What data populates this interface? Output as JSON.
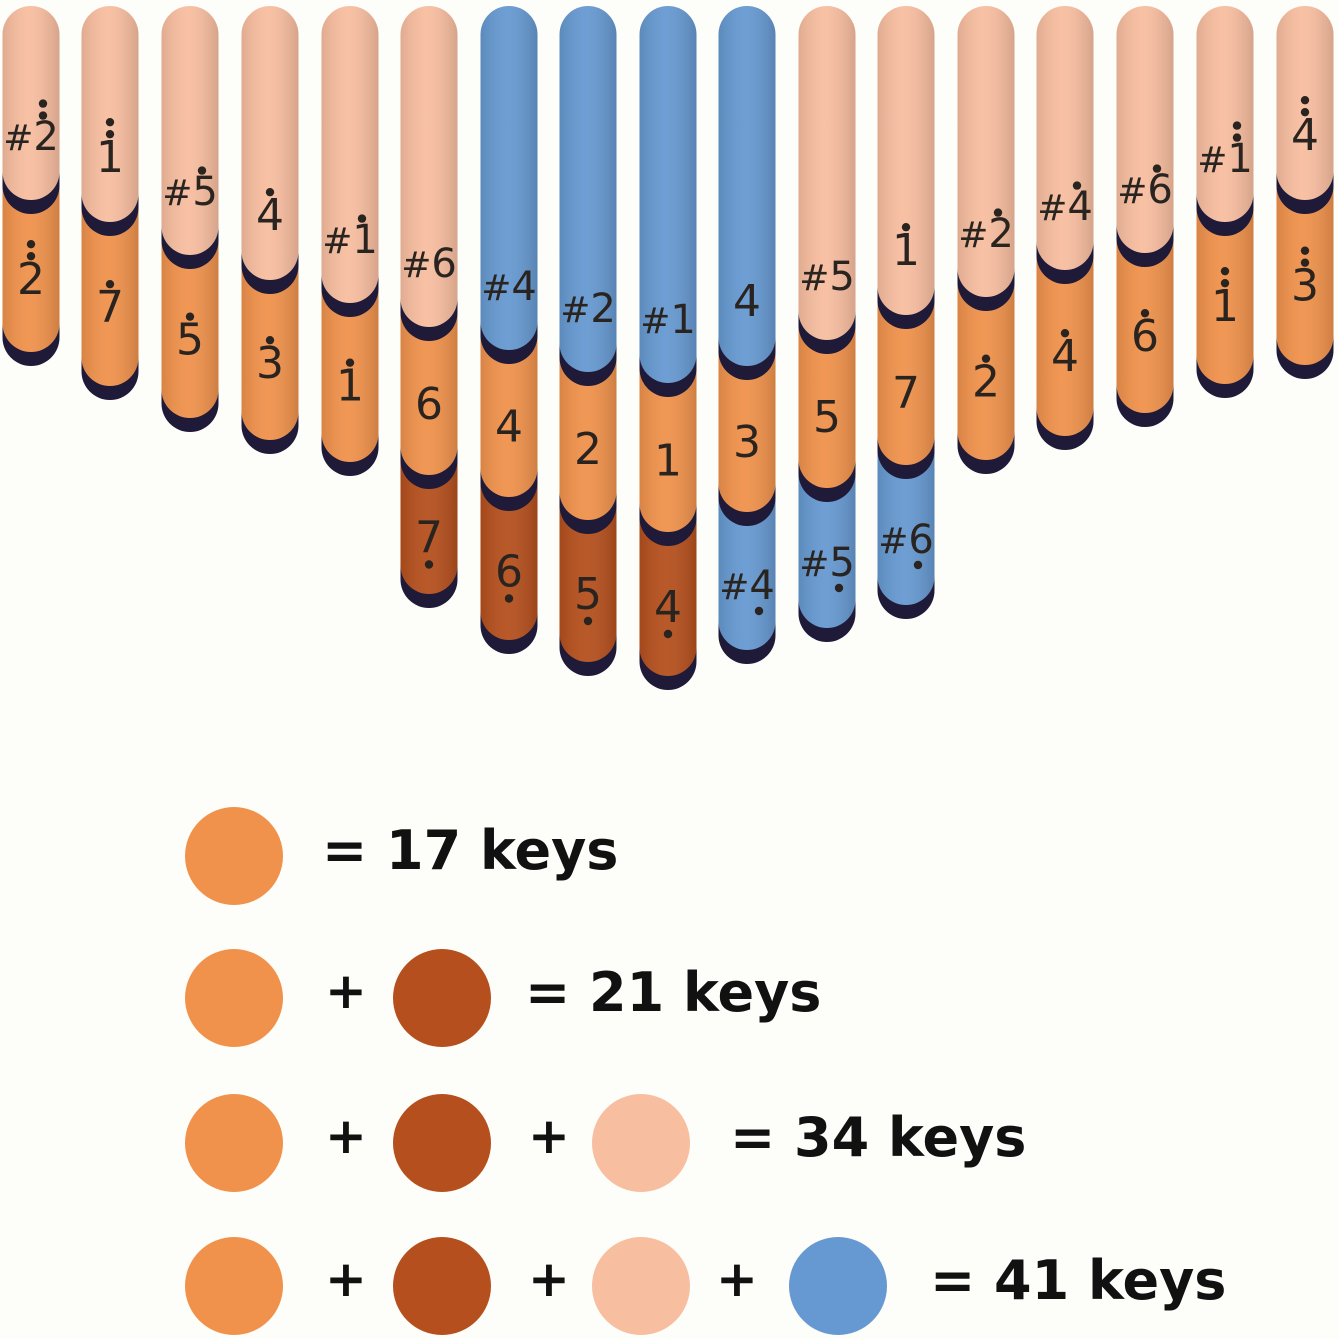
{
  "colors": {
    "orange": "#f0924c",
    "brown": "#b5501e",
    "peach": "#f8bea0",
    "blue": "#6699d1",
    "key_shadow": "#1f1a38",
    "text": "#2a2420"
  },
  "keys": [
    {
      "segments": [
        {
          "color": "peach",
          "label": "2",
          "sharp": true,
          "dots_above": 2
        },
        {
          "color": "orange",
          "label": "2",
          "dots_above": 2
        }
      ]
    },
    {
      "segments": [
        {
          "color": "peach",
          "label": "1",
          "dots_above": 2
        },
        {
          "color": "orange",
          "label": "7",
          "dots_above": 1
        }
      ]
    },
    {
      "segments": [
        {
          "color": "peach",
          "label": "5",
          "sharp": true,
          "dots_above": 1
        },
        {
          "color": "orange",
          "label": "5",
          "dots_above": 1
        }
      ]
    },
    {
      "segments": [
        {
          "color": "peach",
          "label": "4",
          "dots_above": 1
        },
        {
          "color": "orange",
          "label": "3",
          "dots_above": 1
        }
      ]
    },
    {
      "segments": [
        {
          "color": "peach",
          "label": "1",
          "sharp": true,
          "dots_above": 1
        },
        {
          "color": "orange",
          "label": "1",
          "dots_above": 1
        }
      ]
    },
    {
      "segments": [
        {
          "color": "peach",
          "label": "6",
          "sharp": true
        },
        {
          "color": "orange",
          "label": "6"
        },
        {
          "color": "brown",
          "label": "7",
          "dots_below": 1
        }
      ]
    },
    {
      "segments": [
        {
          "color": "blue",
          "label": "4",
          "sharp": true
        },
        {
          "color": "orange",
          "label": "4"
        },
        {
          "color": "brown",
          "label": "6",
          "dots_below": 1
        }
      ]
    },
    {
      "segments": [
        {
          "color": "blue",
          "label": "2",
          "sharp": true
        },
        {
          "color": "orange",
          "label": "2"
        },
        {
          "color": "brown",
          "label": "5",
          "dots_below": 1
        }
      ]
    },
    {
      "segments": [
        {
          "color": "blue",
          "label": "1",
          "sharp": true
        },
        {
          "color": "orange",
          "label": "1"
        },
        {
          "color": "brown",
          "label": "4",
          "dots_below": 1
        }
      ]
    },
    {
      "segments": [
        {
          "color": "blue",
          "label": "4"
        },
        {
          "color": "orange",
          "label": "3"
        },
        {
          "color": "blue",
          "label": "4",
          "sharp": true,
          "dots_below": 1
        }
      ]
    },
    {
      "segments": [
        {
          "color": "peach",
          "label": "5",
          "sharp": true
        },
        {
          "color": "orange",
          "label": "5"
        },
        {
          "color": "blue",
          "label": "5",
          "sharp": true,
          "dots_below": 1
        }
      ]
    },
    {
      "segments": [
        {
          "color": "peach",
          "label": "1",
          "dots_above": 1
        },
        {
          "color": "orange",
          "label": "7"
        },
        {
          "color": "blue",
          "label": "6",
          "sharp": true,
          "dots_below": 1
        }
      ]
    },
    {
      "segments": [
        {
          "color": "peach",
          "label": "2",
          "sharp": true,
          "dots_above": 1
        },
        {
          "color": "orange",
          "label": "2",
          "dots_above": 1
        }
      ]
    },
    {
      "segments": [
        {
          "color": "peach",
          "label": "4",
          "sharp": true,
          "dots_above": 1
        },
        {
          "color": "orange",
          "label": "4",
          "dots_above": 1
        }
      ]
    },
    {
      "segments": [
        {
          "color": "peach",
          "label": "6",
          "sharp": true,
          "dots_above": 1
        },
        {
          "color": "orange",
          "label": "6",
          "dots_above": 1
        }
      ]
    },
    {
      "segments": [
        {
          "color": "peach",
          "label": "1",
          "sharp": true,
          "dots_above": 2
        },
        {
          "color": "orange",
          "label": "1",
          "dots_above": 2
        }
      ]
    },
    {
      "segments": [
        {
          "color": "peach",
          "label": "4",
          "dots_above": 2
        },
        {
          "color": "orange",
          "label": "3",
          "dots_above": 2
        }
      ]
    }
  ],
  "sharp_symbol": "#",
  "plus_symbol": "+",
  "legend": [
    {
      "colors": [
        "orange"
      ],
      "label": "= 17 keys"
    },
    {
      "colors": [
        "orange",
        "brown"
      ],
      "label": "= 21 keys"
    },
    {
      "colors": [
        "orange",
        "brown",
        "peach"
      ],
      "label": "= 34 keys"
    },
    {
      "colors": [
        "orange",
        "brown",
        "peach",
        "blue"
      ],
      "label": "= 41 keys"
    }
  ]
}
